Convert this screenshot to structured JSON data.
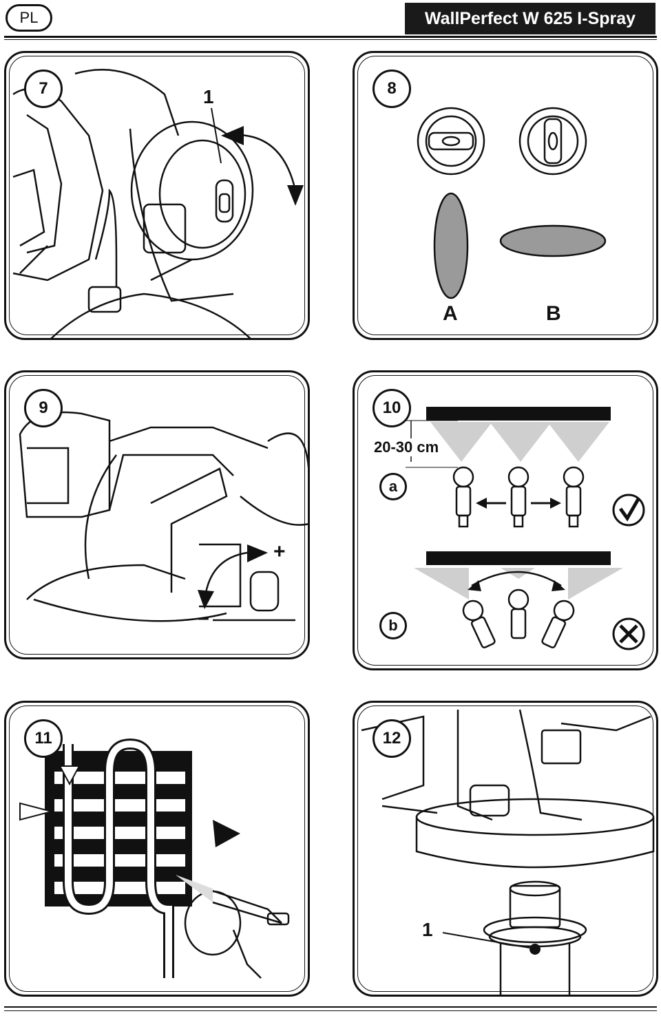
{
  "header": {
    "language": "PL",
    "title": "WallPerfect W 625 I-Spray"
  },
  "panels": {
    "p7": {
      "step": "7",
      "callout": "1"
    },
    "p8": {
      "step": "8",
      "label_a": "A",
      "label_b": "B"
    },
    "p9": {
      "step": "9",
      "plus": "+",
      "minus": "–"
    },
    "p10": {
      "step": "10",
      "distance": "20-30 cm",
      "case_a": "a",
      "case_b": "b"
    },
    "p11": {
      "step": "11"
    },
    "p12": {
      "step": "12",
      "callout": "1"
    }
  },
  "icons": {
    "correct": "checkmark-circle-icon",
    "wrong": "x-circle-icon"
  }
}
